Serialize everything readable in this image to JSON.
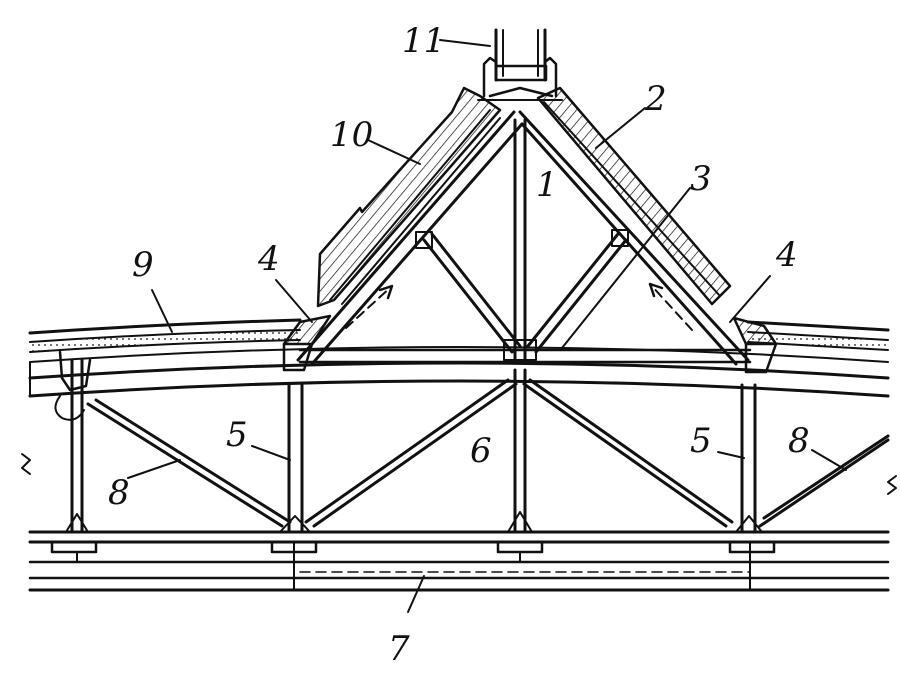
{
  "colors": {
    "ink": "#111111",
    "background": "#ffffff"
  },
  "callouts": {
    "c1": "1",
    "c2": "2",
    "c3": "3",
    "c4_left": "4",
    "c4_right": "4",
    "c5_left": "5",
    "c5_right": "5",
    "c6": "6",
    "c7": "7",
    "c8_left": "8",
    "c8_right": "8",
    "c9": "9",
    "c10": "10",
    "c11": "11"
  }
}
